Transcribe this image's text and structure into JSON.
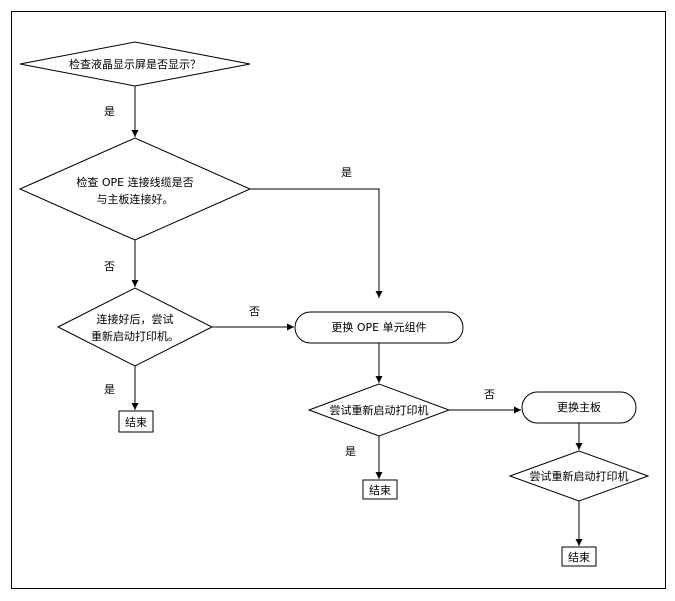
{
  "nodes": {
    "q_lcd": "检查液晶显示屏是否显示？",
    "q_cable_1": "检查 OPE 连接线缆是否",
    "q_cable_2": "与主板连接好。",
    "q_restart_1": "连接好后，尝试",
    "q_restart_2": "重新启动打印机。",
    "end_1": "结束",
    "replace_ope": "更换 OPE 单元组件",
    "q_restart_b": "尝试重新启动打印机",
    "end_2": "结束",
    "replace_main": "更换主板",
    "q_restart_c": "尝试重新启动打印机",
    "end_3": "结束"
  },
  "edges": {
    "lcd_to_cable": "是",
    "cable_to_ope": "是",
    "cable_to_restart": "否",
    "restart_to_ope": "否",
    "restart_to_end": "是",
    "restart_b_to_main": "否",
    "restart_b_to_end": "是"
  }
}
